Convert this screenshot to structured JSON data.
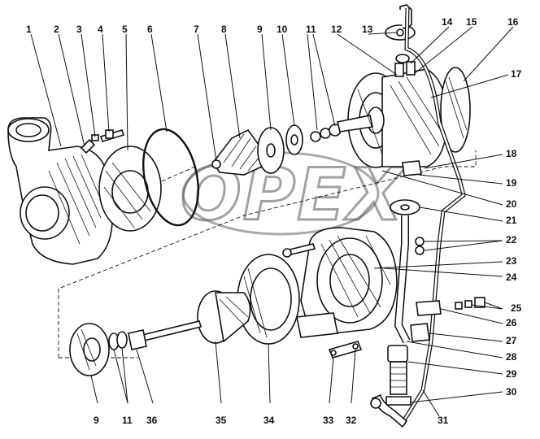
{
  "diagram": {
    "callouts": [
      "1",
      "2",
      "3",
      "4",
      "5",
      "6",
      "7",
      "8",
      "9",
      "10",
      "11",
      "12",
      "13",
      "14",
      "15",
      "16",
      "17",
      "18",
      "19",
      "20",
      "21",
      "22",
      "23",
      "24",
      "25",
      "26",
      "27",
      "28",
      "29",
      "30",
      "31",
      "9",
      "11",
      "36",
      "35",
      "34",
      "33",
      "32"
    ],
    "watermark": "OPEX"
  }
}
